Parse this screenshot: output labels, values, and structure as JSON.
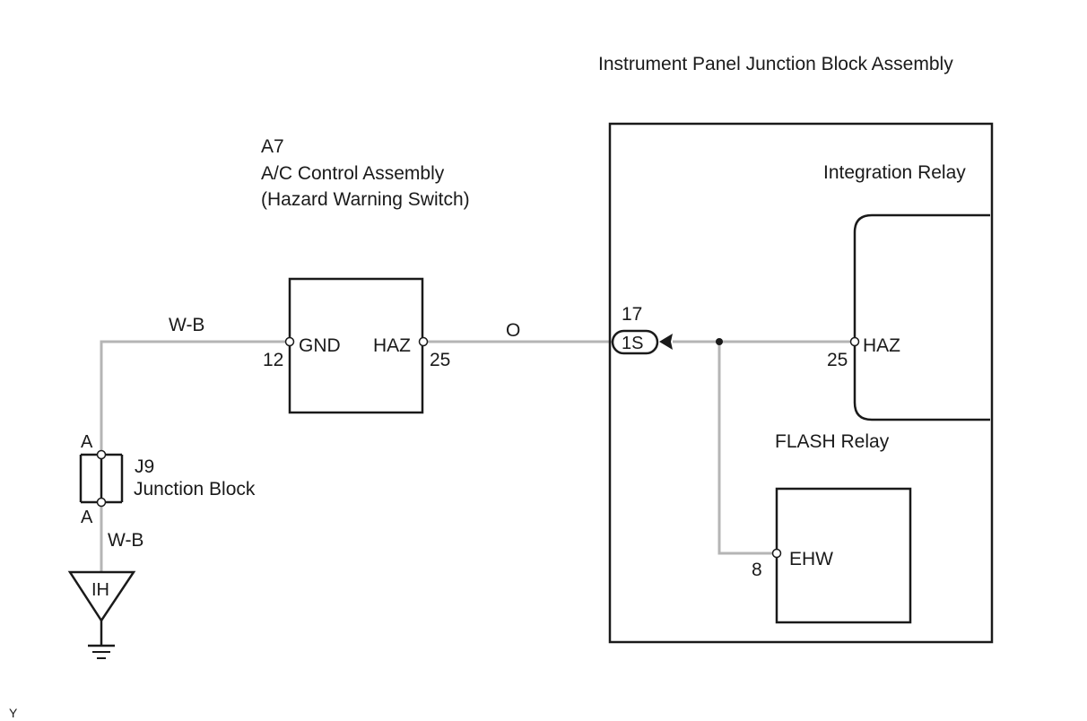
{
  "panel": {
    "title": "Instrument Panel Junction Block Assembly",
    "integration_relay": "Integration Relay",
    "flash_relay": "FLASH Relay",
    "connector_label": "1S",
    "connector_pin": "17",
    "haz_terminal": "HAZ",
    "haz_pin": "25",
    "ehw_terminal": "EHW",
    "ehw_pin": "8"
  },
  "ac_control": {
    "code": "A7",
    "name": "A/C Control Assembly",
    "subtitle": "(Hazard Warning Switch)",
    "gnd_terminal": "GND",
    "gnd_pin": "12",
    "haz_terminal": "HAZ",
    "haz_pin": "25"
  },
  "wires": {
    "top_left": "W-B",
    "middle": "O",
    "bottom_left": "W-B"
  },
  "junction": {
    "code": "J9",
    "name": "Junction Block",
    "top_pin": "A",
    "bottom_pin": "A"
  },
  "ground": {
    "label": "IH"
  },
  "corner_mark": "Y"
}
